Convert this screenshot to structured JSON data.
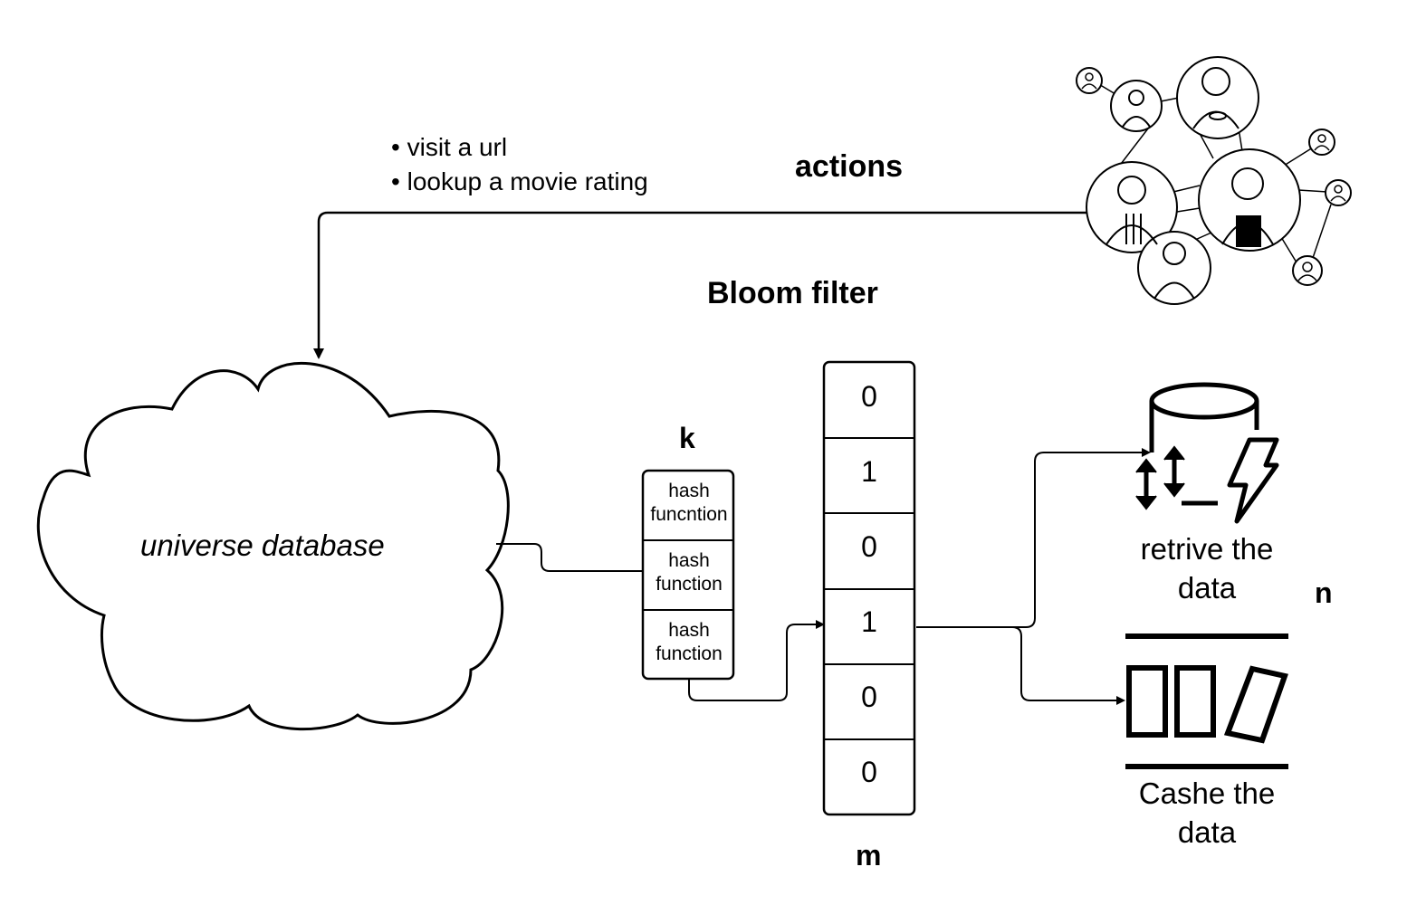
{
  "actions_list": [
    "visit a url",
    "lookup a movie rating"
  ],
  "actions_label": "actions",
  "bloom_filter_label": "Bloom filter",
  "database_label": "universe database",
  "k_label": "k",
  "hash_functions": [
    "hash\nfuncntion",
    "hash\nfunction",
    "hash\nfunction"
  ],
  "bit_array": [
    "0",
    "1",
    "0",
    "1",
    "0",
    "0"
  ],
  "m_label": "m",
  "n_label": "n",
  "retrieve_label": "retrive the\ndata",
  "cache_label": "Cashe the\ndata",
  "icons": [
    "people-network-icon",
    "database-lightning-icon",
    "cache-blocks-icon"
  ]
}
